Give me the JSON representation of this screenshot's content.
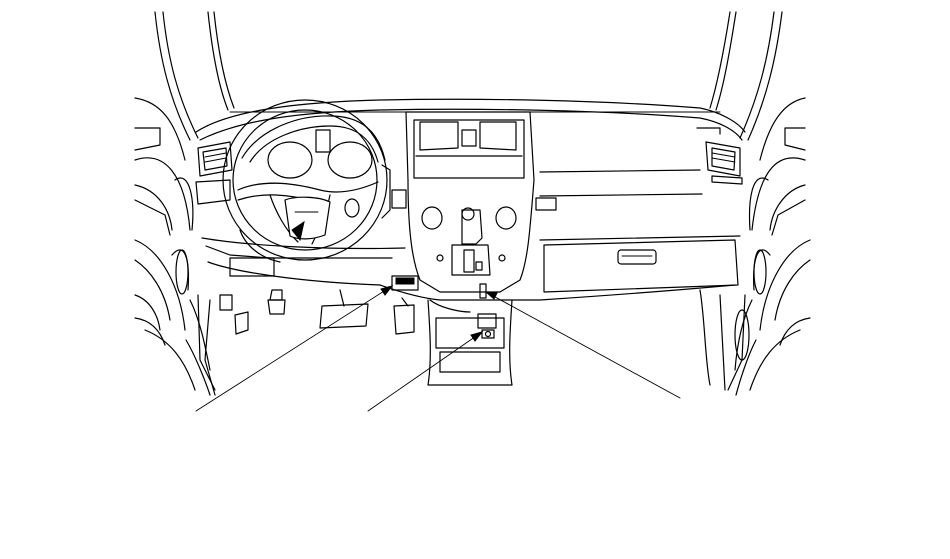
{
  "diagram": {
    "callouts": [
      {
        "id": "left",
        "label": ""
      },
      {
        "id": "center",
        "label": ""
      },
      {
        "id": "right",
        "label": ""
      }
    ]
  }
}
